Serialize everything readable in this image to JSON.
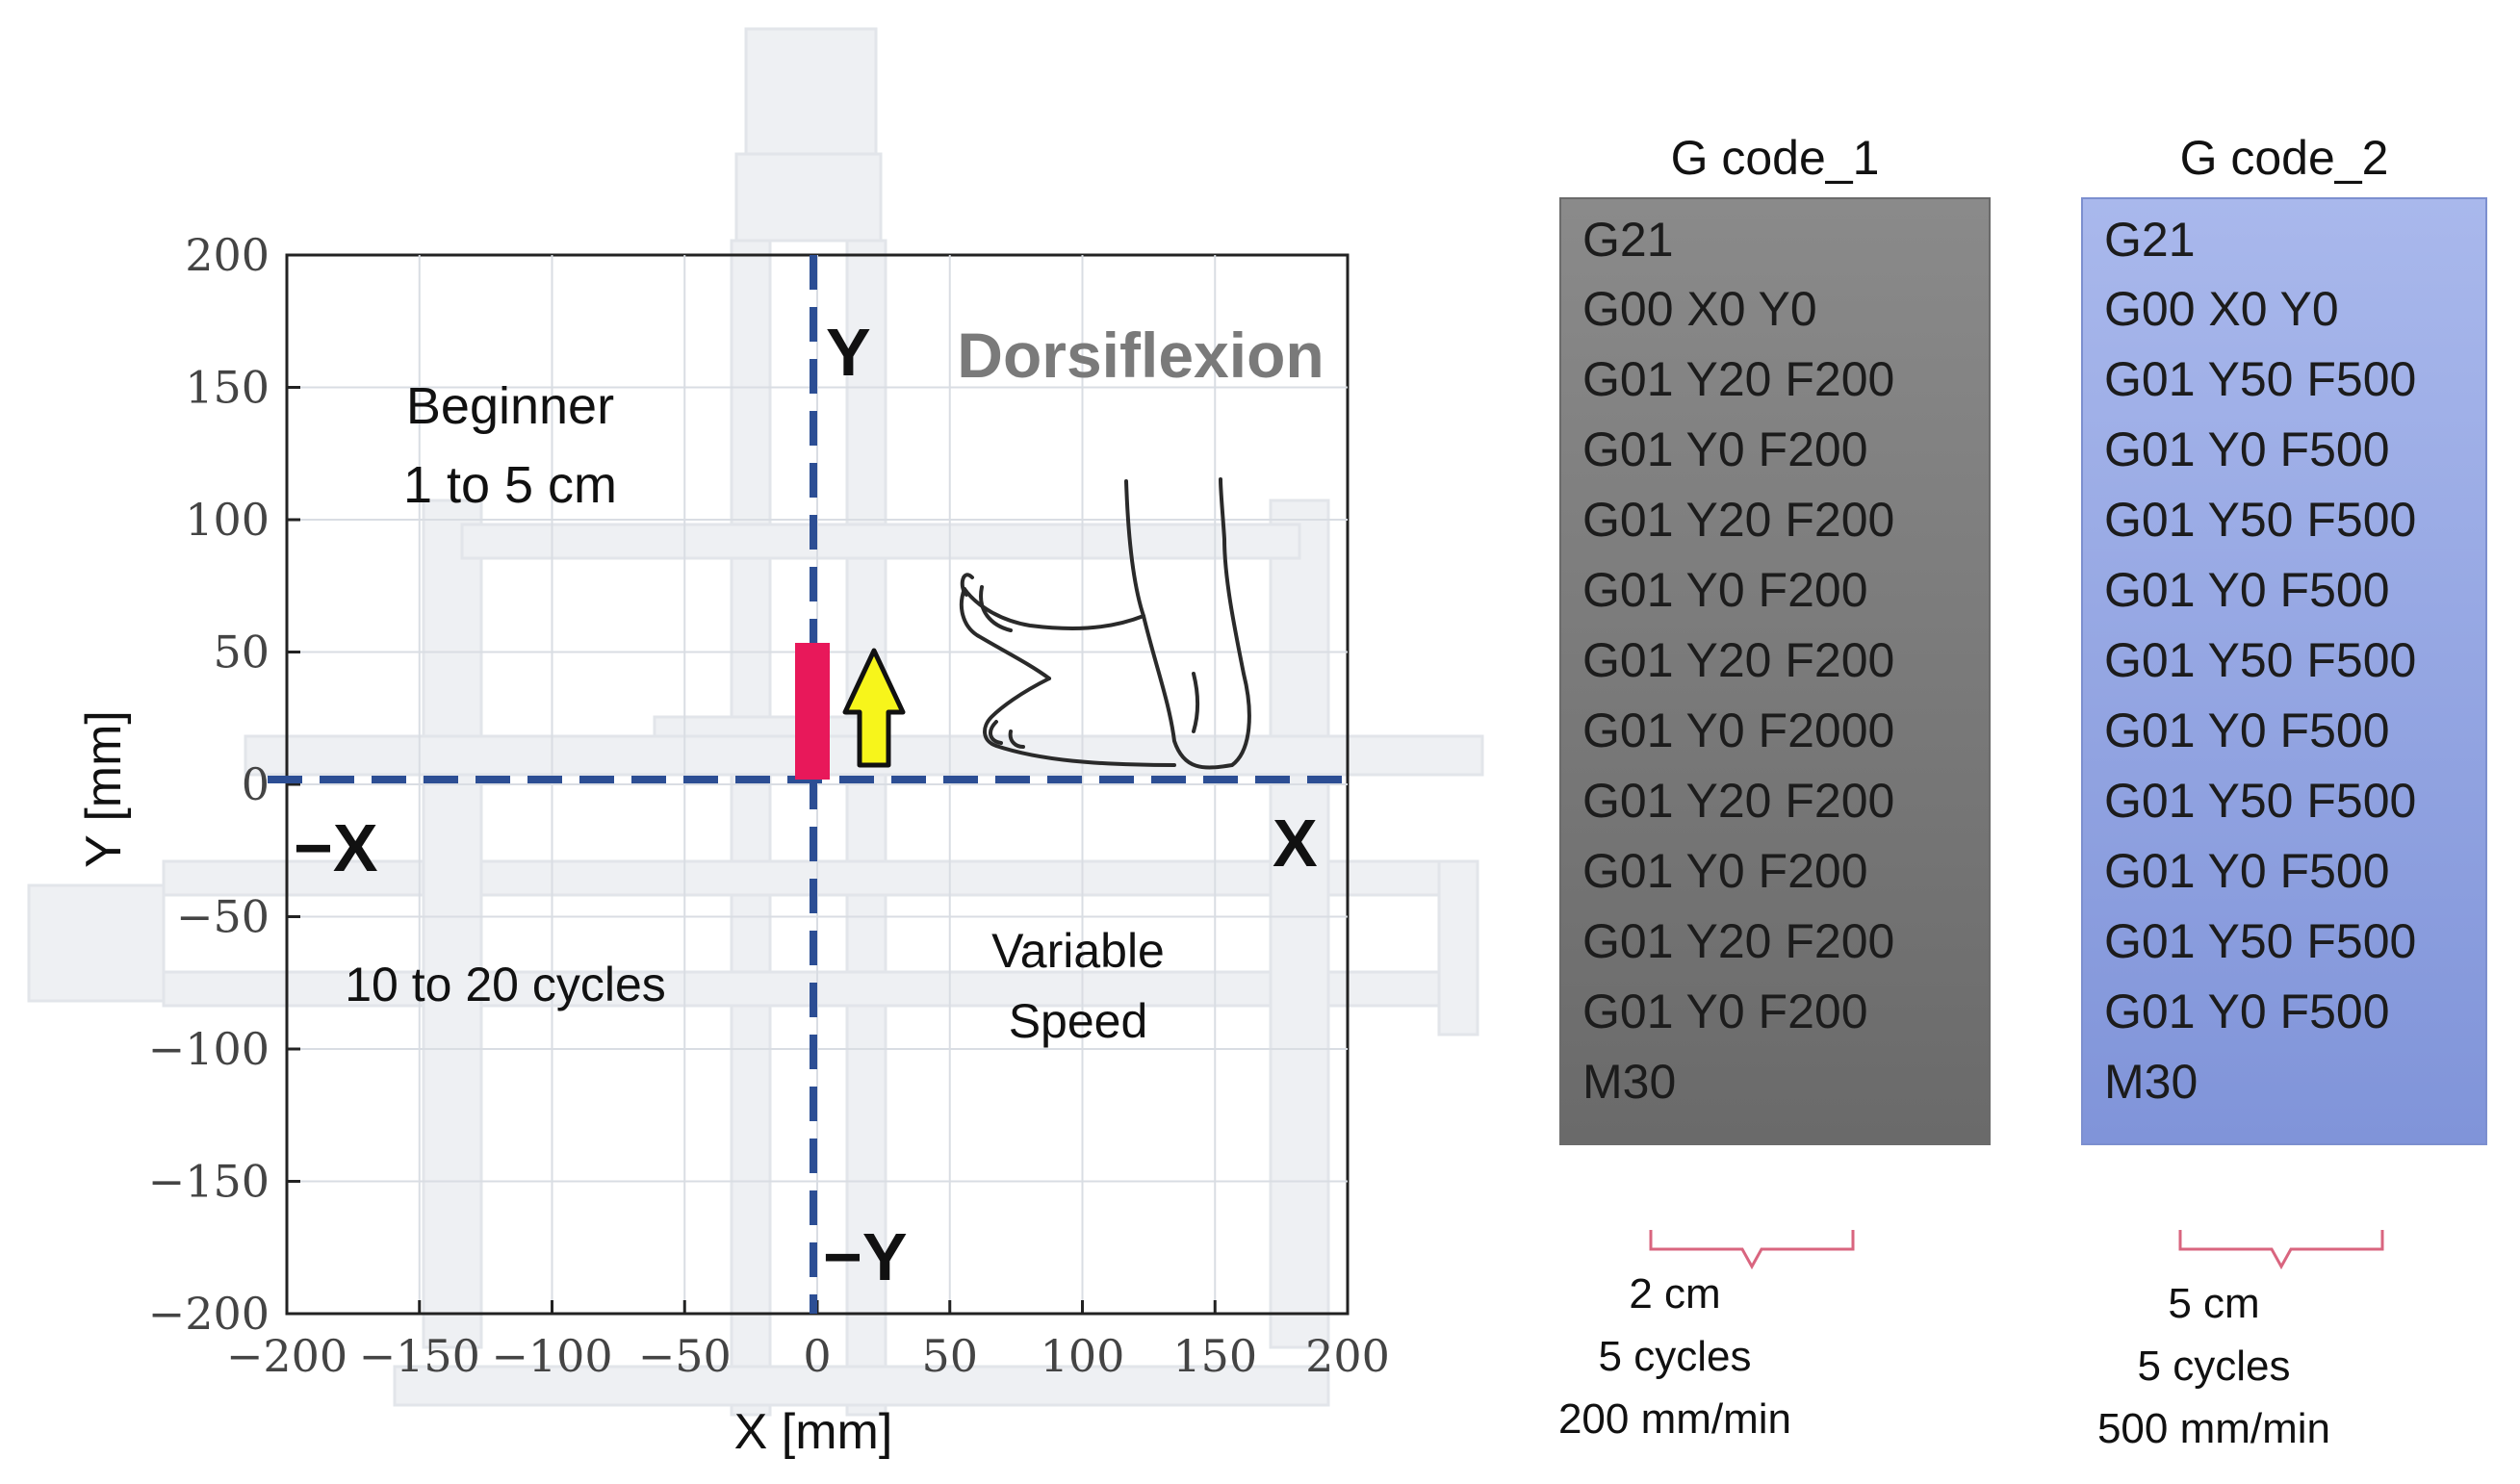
{
  "plot": {
    "x_axis_label": "X [mm]",
    "y_axis_label": "Y [mm]",
    "x_ticks": [
      "−200",
      "−150",
      "−100",
      "−50",
      "0",
      "50",
      "100",
      "150",
      "200"
    ],
    "y_ticks": [
      "200",
      "150",
      "100",
      "50",
      "0",
      "−50",
      "−100",
      "−150",
      "−200"
    ],
    "axis_labels": {
      "pos_y": "Y",
      "neg_y": "−Y",
      "pos_x": "X",
      "neg_x": "−X"
    },
    "motion_title": "Dorsiflexion",
    "annotations": {
      "beginner_line1": "Beginner",
      "beginner_line2": "1 to 5 cm",
      "cycles": "10 to 20 cycles",
      "speed_line1": "Variable",
      "speed_line2": "Speed"
    },
    "colors": {
      "axis_dash": "#2c4e94",
      "marker": "#e8185a",
      "arrow": "#f7f51b"
    }
  },
  "gcode1": {
    "title": "G code_1",
    "color": "#777777",
    "lines": [
      "G21",
      "G00 X0 Y0",
      "G01 Y20 F200",
      "G01 Y0 F200",
      "G01 Y20 F200",
      "G01 Y0 F200",
      "G01 Y20 F200",
      "G01 Y0 F2000",
      "G01 Y20 F200",
      "G01 Y0 F200",
      "G01 Y20 F200",
      "G01 Y0 F200",
      "M30"
    ],
    "summary": [
      "2 cm",
      "5 cycles",
      "200 mm/min"
    ]
  },
  "gcode2": {
    "title": "G code_2",
    "color": "#93a5e2",
    "lines": [
      "G21",
      "G00 X0 Y0",
      "G01 Y50 F500",
      "G01 Y0 F500",
      "G01 Y50 F500",
      "G01 Y0 F500",
      "G01 Y50 F500",
      "G01 Y0 F500",
      "G01 Y50 F500",
      "G01 Y0 F500",
      "G01 Y50 F500",
      "G01 Y0 F500",
      "M30"
    ],
    "summary": [
      "5 cm",
      "5 cycles",
      "500 mm/min"
    ]
  }
}
